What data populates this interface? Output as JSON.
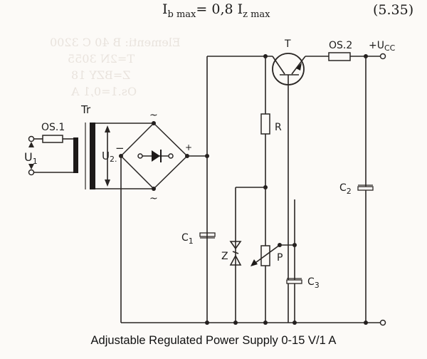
{
  "equation": {
    "lhs_symbol": "I",
    "lhs_sub": "b max",
    "equals": "= 0,8 ",
    "rhs_symbol": "I",
    "rhs_sub": "z max",
    "number": "(5.35)"
  },
  "bleed_through_text": [
    "Elementi: B 40 C 3200",
    "T=2N 3055",
    "Z=BZY 18",
    "Os.1=0,1 A"
  ],
  "schematic": {
    "labels": {
      "transformer": "Tr",
      "fuse1": "OS.1",
      "fuse2": "OS.2",
      "input_voltage": "U",
      "input_voltage_sub": "1",
      "secondary_voltage": "U",
      "secondary_voltage_sub": "2.",
      "transistor": "T",
      "resistor": "R",
      "zener": "Z",
      "potentiometer": "P",
      "cap1": "C",
      "cap1_sub": "1",
      "cap2": "C",
      "cap2_sub": "2",
      "cap3": "C",
      "cap3_sub": "3",
      "output": "+U",
      "output_sub": "CC",
      "bridge_ac_top": "~",
      "bridge_ac_bottom": "~",
      "bridge_minus": "−",
      "bridge_plus": "+"
    }
  },
  "caption": "Adjustable Regulated Power Supply 0-15 V/1 A"
}
